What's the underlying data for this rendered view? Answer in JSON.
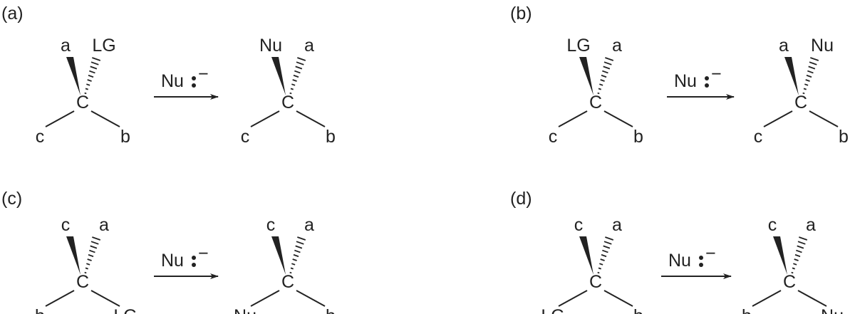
{
  "panels": [
    {
      "label": "(a)",
      "reagent": "Nu",
      "reagent_charge": "−",
      "reactant": {
        "center": "C",
        "wedge": "a",
        "hash": "LG",
        "left": "c",
        "right": "b"
      },
      "product": {
        "center": "C",
        "wedge": "Nu",
        "hash": "a",
        "left": "c",
        "right": "b"
      }
    },
    {
      "label": "(b)",
      "reagent": "Nu",
      "reagent_charge": "−",
      "reactant": {
        "center": "C",
        "wedge": "LG",
        "hash": "a",
        "left": "c",
        "right": "b"
      },
      "product": {
        "center": "C",
        "wedge": "a",
        "hash": "Nu",
        "left": "c",
        "right": "b"
      }
    },
    {
      "label": "(c)",
      "reagent": "Nu",
      "reagent_charge": "−",
      "reactant": {
        "center": "C",
        "wedge": "c",
        "hash": "a",
        "left": "b",
        "right": "LG"
      },
      "product": {
        "center": "C",
        "wedge": "c",
        "hash": "a",
        "left": "Nu",
        "right": "b"
      }
    },
    {
      "label": "(d)",
      "reagent": "Nu",
      "reagent_charge": "−",
      "reactant": {
        "center": "C",
        "wedge": "c",
        "hash": "a",
        "left": "LG",
        "right": "b"
      },
      "product": {
        "center": "C",
        "wedge": "c",
        "hash": "a",
        "left": "b",
        "right": "Nu"
      }
    }
  ]
}
